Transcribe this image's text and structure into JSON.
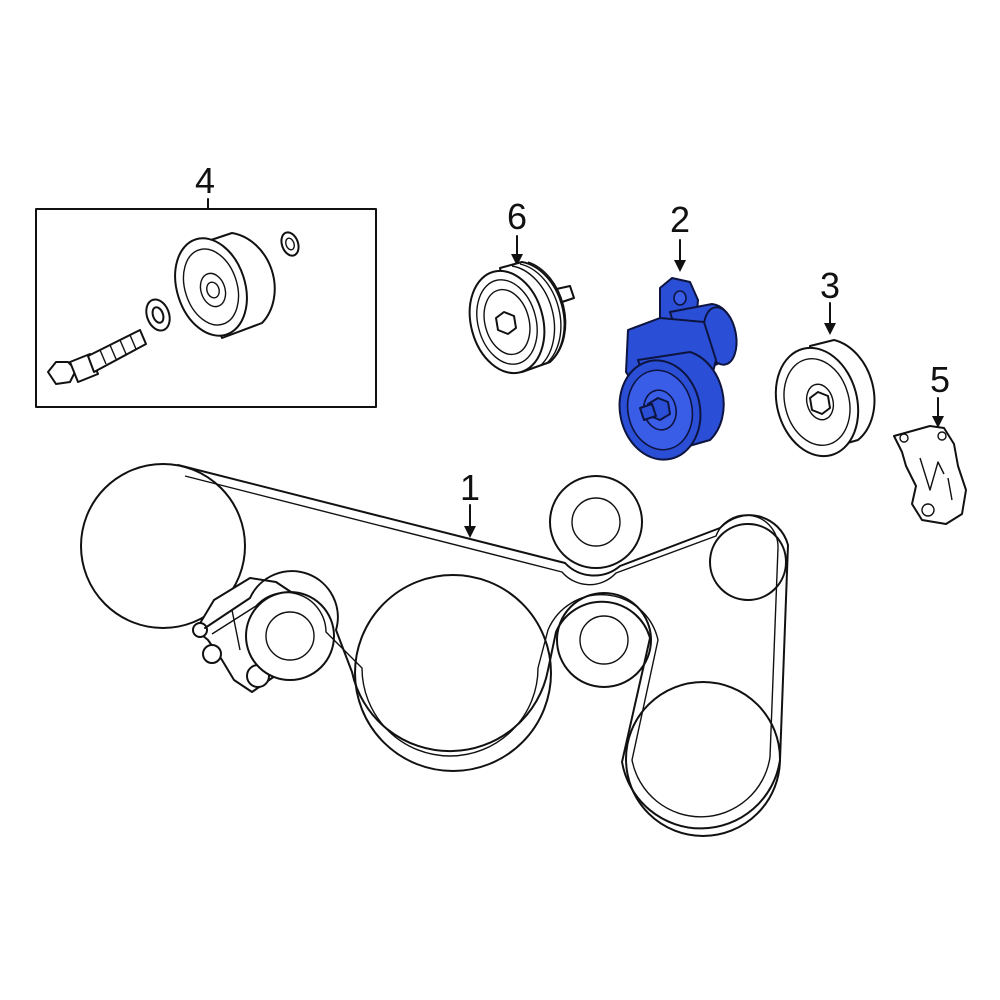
{
  "callouts": [
    {
      "id": "1",
      "label": "1"
    },
    {
      "id": "2",
      "label": "2"
    },
    {
      "id": "3",
      "label": "3"
    },
    {
      "id": "4",
      "label": "4"
    },
    {
      "id": "5",
      "label": "5"
    },
    {
      "id": "6",
      "label": "6"
    }
  ],
  "colors": {
    "highlight": "#2a4fd6",
    "highlight_light": "#3a5de8",
    "line": "#111111",
    "background": "#ffffff"
  }
}
